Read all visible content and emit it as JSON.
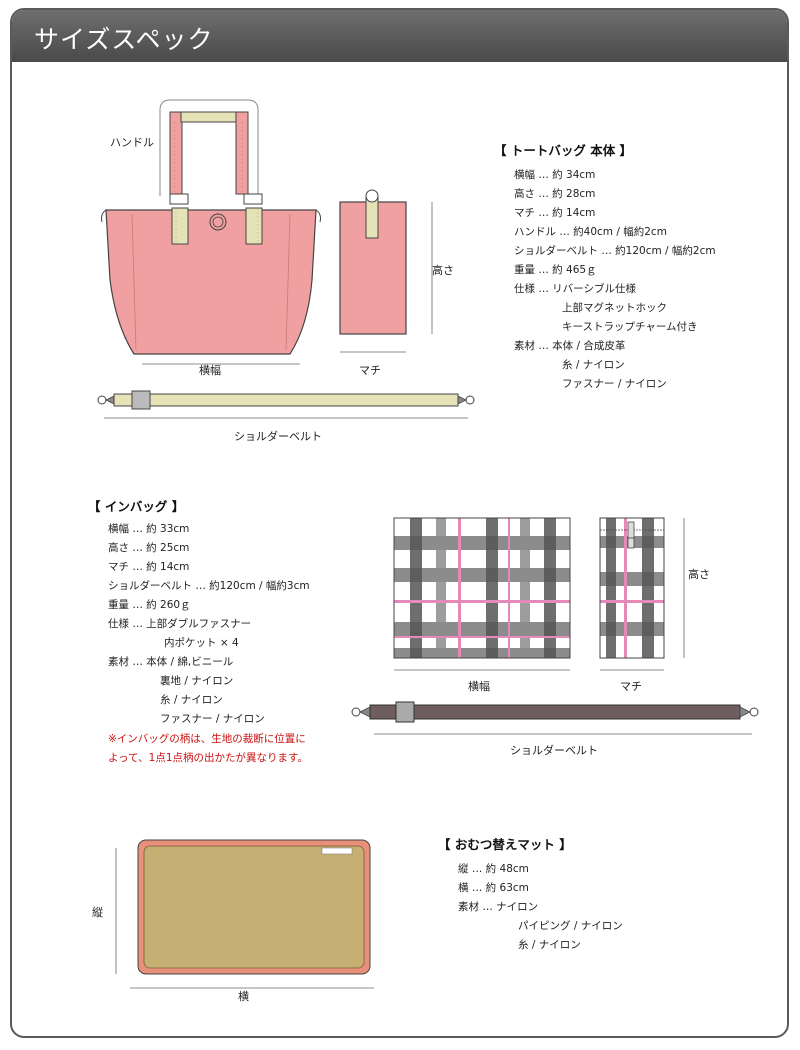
{
  "header": {
    "title": "サイズスペック"
  },
  "tote": {
    "labels": {
      "handle": "ハンドル",
      "width": "横幅",
      "gusset": "マチ",
      "height": "高さ",
      "belt": "ショルダーベルト"
    },
    "title": "【 トートバッグ 本体 】",
    "specs": [
      "横幅 … 約 34cm",
      "高さ … 約 28cm",
      "マチ … 約 14cm",
      "ハンドル … 約40cm / 幅約2cm",
      "ショルダーベルト … 約120cm / 幅約2cm",
      "重量 … 約 465ｇ",
      "仕様 … リバーシブル仕様",
      "上部マグネットホック",
      "キーストラップチャーム付き",
      "素材 … 本体 / 合成皮革",
      "糸 / ナイロン",
      "ファスナー / ナイロン"
    ],
    "colors": {
      "body": "#f0a0a0",
      "handle": "#e6e2b8",
      "outline": "#444444"
    }
  },
  "inbag": {
    "title": "【 インバッグ 】",
    "specs": [
      "横幅 … 約 33cm",
      "高さ … 約 25cm",
      "マチ … 約 14cm",
      "ショルダーベルト … 約120cm / 幅約3cm",
      "重量 … 約 260ｇ",
      "仕様 … 上部ダブルファスナー",
      "内ポケット × 4",
      "素材 … 本体 / 綿,ビニール",
      "裏地 / ナイロン",
      "糸 / ナイロン",
      "ファスナー / ナイロン"
    ],
    "note": [
      "※インバッグの柄は、生地の裁断に位置に",
      "よって、1点1点柄の出かたが異なります。"
    ],
    "labels": {
      "width": "横幅",
      "gusset": "マチ",
      "height": "高さ",
      "belt": "ショルダーベルト"
    },
    "colors": {
      "grey": "#8c8c8c",
      "dark": "#555555",
      "pink": "#e58ab8",
      "strap": "#6e5e5e"
    }
  },
  "mat": {
    "title": "【 おむつ替えマット 】",
    "specs": [
      "縦 … 約 48cm",
      "横 … 約 63cm",
      "素材 … ナイロン",
      "パイピング / ナイロン",
      "糸 / ナイロン"
    ],
    "labels": {
      "vertical": "縦",
      "horizontal": "横"
    },
    "colors": {
      "fill": "#c6af72",
      "piping": "#e8907a"
    }
  }
}
